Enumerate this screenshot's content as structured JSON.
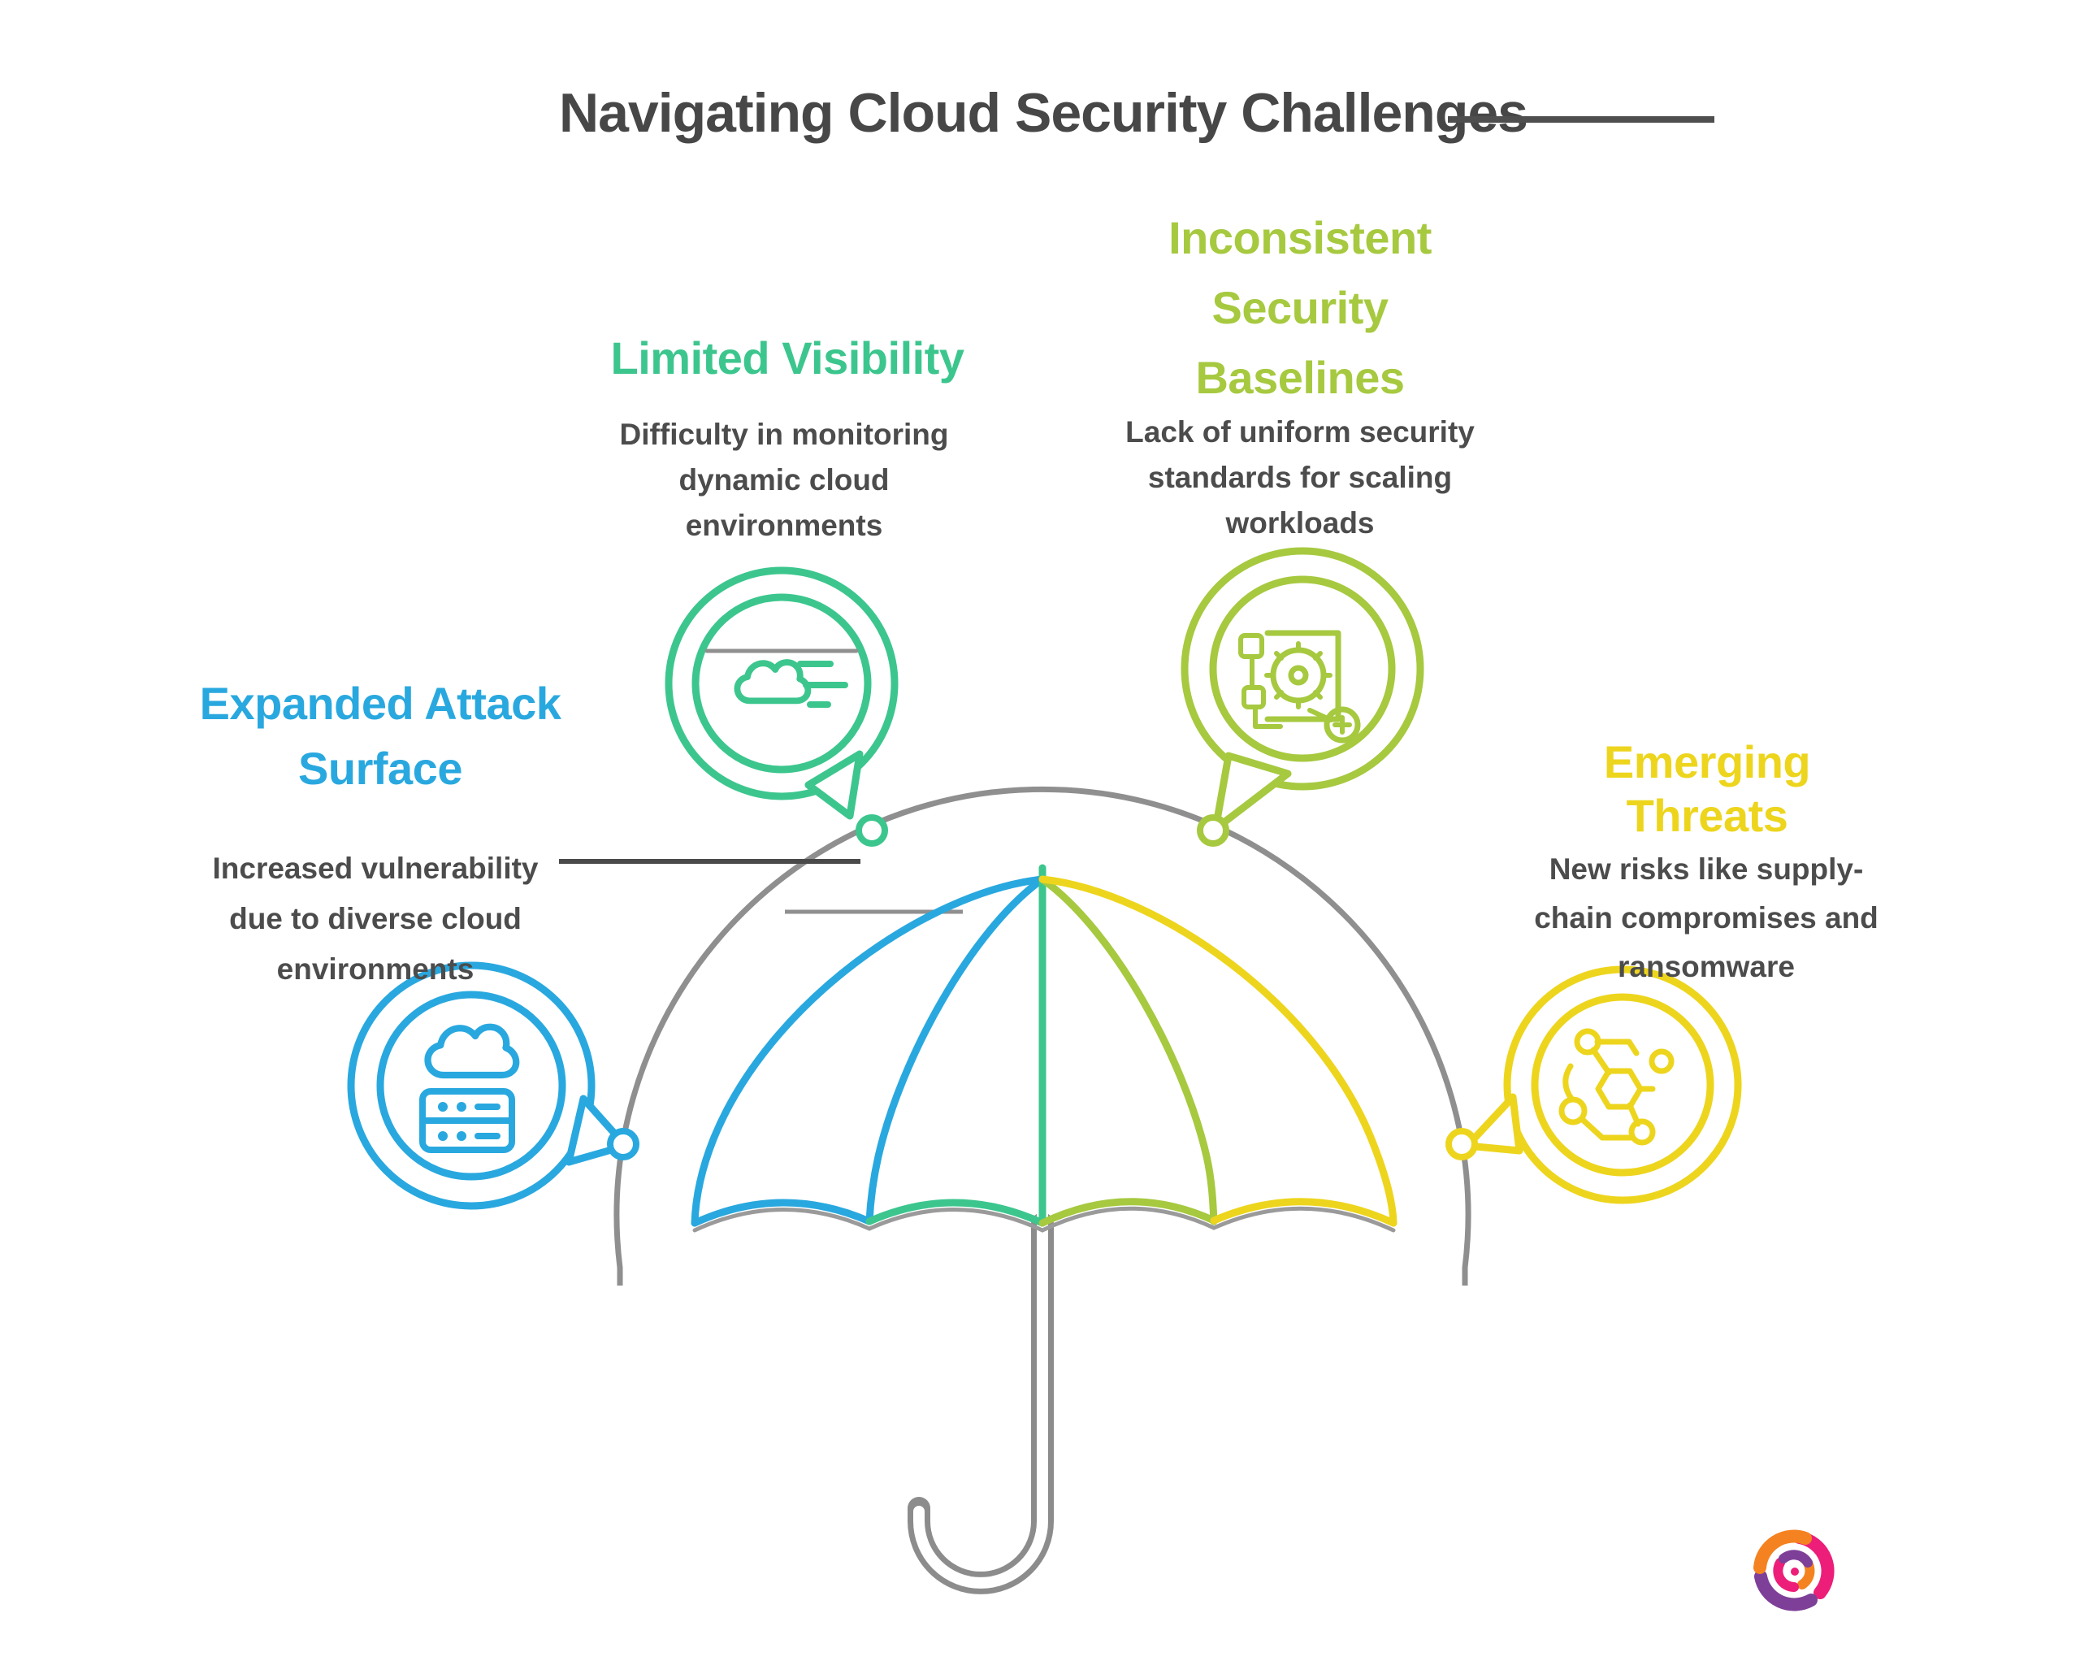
{
  "title": {
    "text": "Navigating Cloud Security Challenges",
    "color": "#474747"
  },
  "items": [
    {
      "key": "expanded-attack-surface",
      "label": "Expanded Attack\nSurface",
      "description": "Increased vulnerability\ndue to diverse cloud\nenvironments",
      "color": "#29A8DF",
      "icon": "cloud-server-icon"
    },
    {
      "key": "limited-visibility",
      "label": "Limited Visibility",
      "description": "Difficulty in monitoring\ndynamic cloud\nenvironments",
      "color": "#3CC68E",
      "icon": "cloud-monitoring-icon"
    },
    {
      "key": "inconsistent-security-baselines",
      "label": "Inconsistent\nSecurity\nBaselines",
      "description": "Lack of uniform security\nstandards for scaling\nworkloads",
      "color": "#A6C93F",
      "icon": "security-baseline-icon"
    },
    {
      "key": "emerging-threats",
      "label": "Emerging Threats",
      "description": "New risks like supply-\nchain compromises and\nransomware",
      "color": "#EDD51D",
      "icon": "threat-network-icon"
    }
  ],
  "graphic": {
    "type": "umbrella",
    "line_color": "#8F8F8F",
    "body_text_color": "#4C4C4C"
  },
  "brand_logo": {
    "name": "swirl-logo",
    "colors": [
      "#F58220",
      "#EC1E79",
      "#7E3F98"
    ]
  }
}
